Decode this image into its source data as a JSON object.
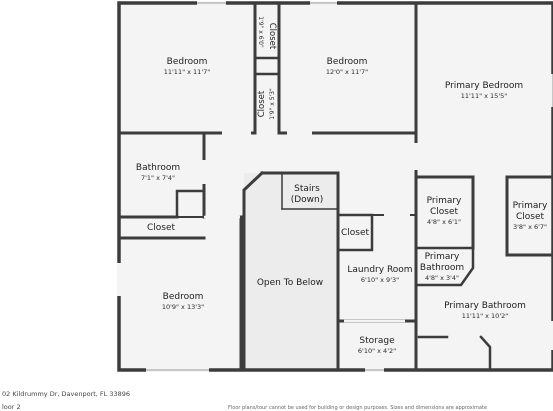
{
  "rooms": {
    "bedroom_1": {
      "name": "Bedroom",
      "dims": "11'11\" x 11'7\""
    },
    "closet_1": {
      "name": "Closet",
      "dims": "1'9\" x 6'0\""
    },
    "closet_2": {
      "name": "Closet",
      "dims": "1'9\" x 5'3\""
    },
    "bedroom_2": {
      "name": "Bedroom",
      "dims": "12'0\" x 11'7\""
    },
    "primary_bedroom": {
      "name": "Primary Bedroom",
      "dims": "11'11\" x 15'5\""
    },
    "bathroom": {
      "name": "Bathroom",
      "dims": "7'1\" x 7'4\""
    },
    "stairs": {
      "name_line1": "Stairs",
      "name_line2": "(Down)"
    },
    "closet_hall": {
      "name": "Closet"
    },
    "primary_closet_1": {
      "name_line1": "Primary",
      "name_line2": "Closet",
      "dims": "4'8\" x 6'1\""
    },
    "primary_closet_2": {
      "name_line1": "Primary",
      "name_line2": "Closet",
      "dims": "3'8\" x 6'7\""
    },
    "closet_laundry": {
      "name": "Closet"
    },
    "bedroom_3": {
      "name": "Bedroom",
      "dims": "10'9\" x 13'3\""
    },
    "open_to_below": {
      "name": "Open To Below"
    },
    "laundry_room": {
      "name": "Laundry Room",
      "dims": "6'10\" x 9'3\""
    },
    "primary_bathroom_small": {
      "name_line1": "Primary",
      "name_line2": "Bathroom",
      "dims": "4'8\" x 3'4\""
    },
    "primary_bathroom": {
      "name": "Primary Bathroom",
      "dims": "11'11\" x 10'2\""
    },
    "storage": {
      "name": "Storage",
      "dims": "6'10\" x 4'2\""
    }
  },
  "footer": {
    "address": "02 Kildrummy Dr, Davenport, FL 33896",
    "floor": "loor 2",
    "disclaimer": "Floor plans/tour cannot be used for building or design purposes. Sizes and dimensions are approximate"
  },
  "colors": {
    "wall": "#3c3c3c",
    "room_fill": "#f4f4f4",
    "open_fill": "#ececec"
  }
}
